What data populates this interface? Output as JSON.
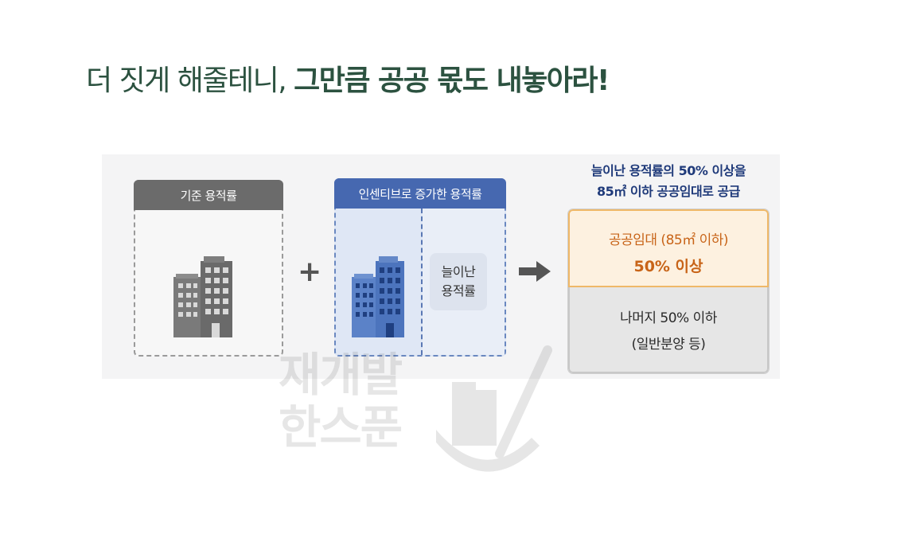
{
  "headline": {
    "light": "더 짓게 해줄테니, ",
    "bold": "그만큼 공공 몫도 내놓아라!"
  },
  "base_box": {
    "header": "기준 용적률",
    "icon": "building-icon"
  },
  "incentive_box": {
    "header": "인센티브로 증가한 용적률",
    "tag_line1": "늘이난",
    "tag_line2": "용적률",
    "icon": "building-icon"
  },
  "operators": {
    "plus": "+",
    "arrow": "right-arrow-icon"
  },
  "note": {
    "line1": "늘이난 용적률의 50% 이상을",
    "line2": "85㎡ 이하 공공임대로 공급"
  },
  "result": {
    "top_line1": "공공임대 (85㎡ 이하)",
    "top_line2": "50% 이상",
    "bottom_line1": "나머지 50% 이하",
    "bottom_line2": "(일반분양 등)"
  },
  "watermark": {
    "line1": "재개발",
    "line2": "한스푼"
  },
  "colors": {
    "headline": "#2c5240",
    "base_header": "#6b6b6b",
    "incentive_header": "#4668b0",
    "note_text": "#1f3a7a",
    "public_rental_text": "#c86418",
    "public_rental_bg": "#fdf1e0",
    "remainder_bg": "#e6e6e6"
  }
}
